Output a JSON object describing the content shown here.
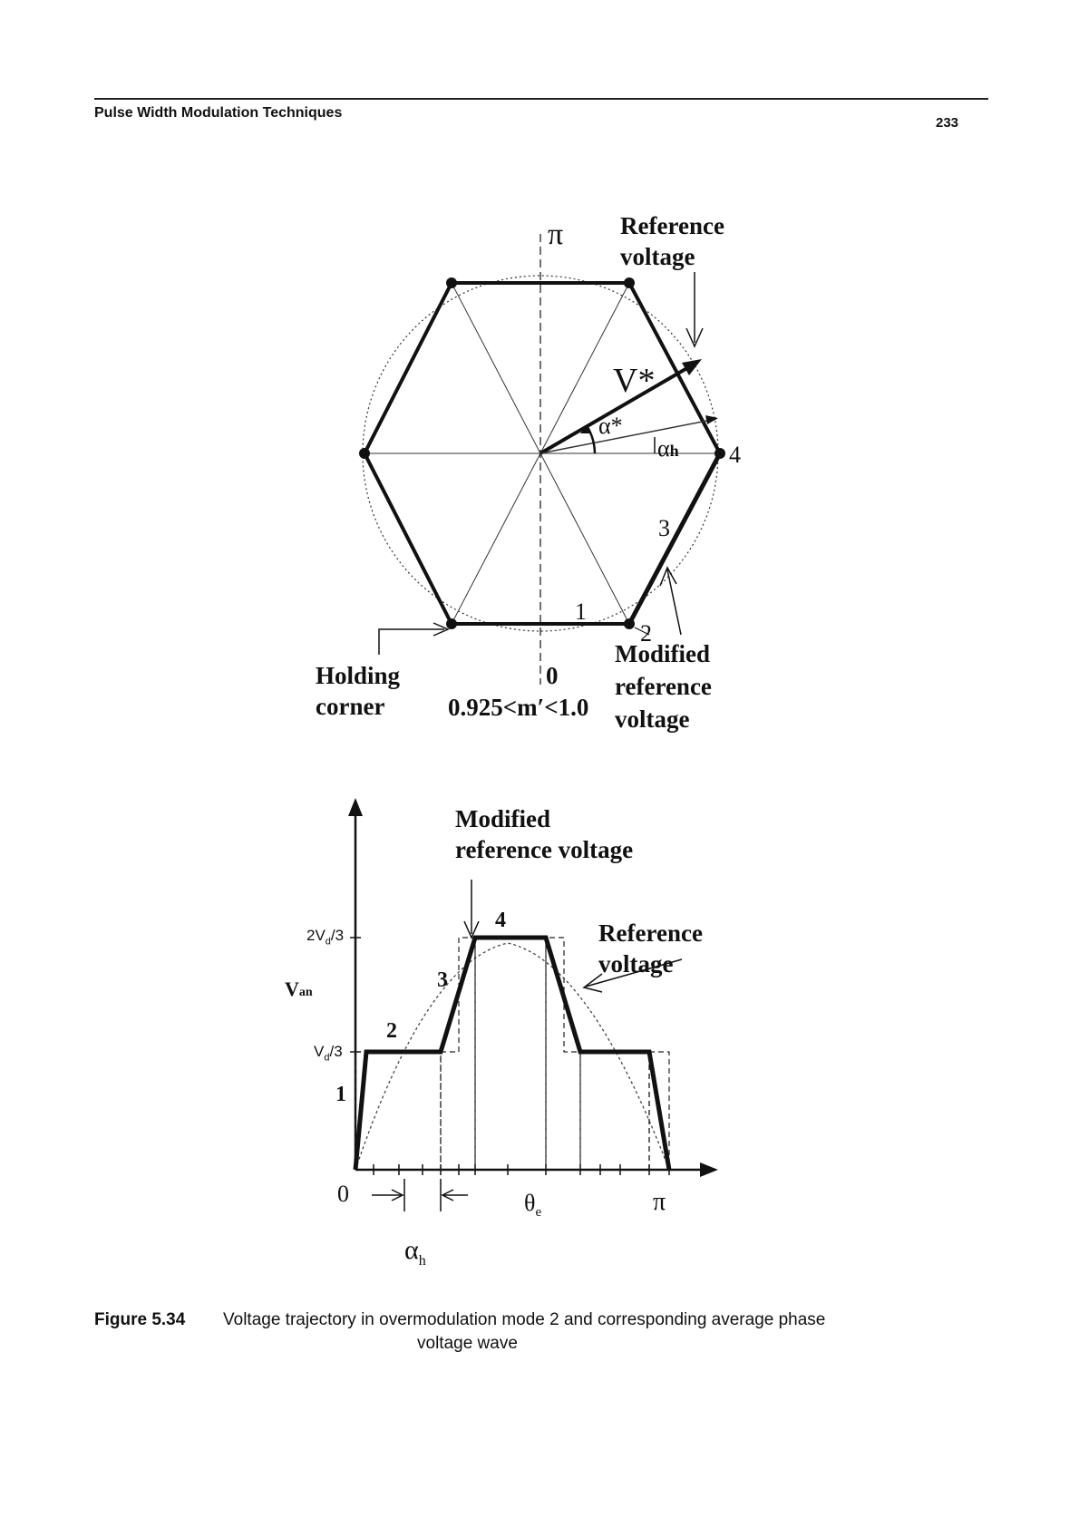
{
  "header": {
    "title": "Pulse Width Modulation Techniques",
    "page_number": "233"
  },
  "hexagon_figure": {
    "pi_label": "π",
    "reference_voltage_label_line1": "Reference",
    "reference_voltage_label_line2": "voltage",
    "v_star_label": "V*",
    "alpha_star_label": "α*",
    "alpha_h_label": "α",
    "alpha_h_subscript": "h",
    "vertex_4_label": "4",
    "segment_3_label": "3",
    "segment_1_label": "1",
    "segment_2_label": "2",
    "holding_corner_line1": "Holding",
    "holding_corner_line2": "corner",
    "zero_label": "0",
    "modulation_range": "0.925<m′<1.0",
    "modified_label_line1": "Modified",
    "modified_label_line2": "reference",
    "modified_label_line3": "voltage"
  },
  "waveform_figure": {
    "modified_ref_line1": "Modified",
    "modified_ref_line2": "reference voltage",
    "reference_line1": "Reference",
    "reference_line2": "voltage",
    "y_label_main": "V",
    "y_label_sub": "an",
    "level_high_label": "2V",
    "level_high_sub": "d",
    "level_high_tail": "/3",
    "level_low_label": "V",
    "level_low_sub": "d",
    "level_low_tail": "/3",
    "segment_1": "1",
    "segment_2": "2",
    "segment_3": "3",
    "segment_4": "4",
    "x_zero": "0",
    "x_theta": "θ",
    "x_theta_sub": "e",
    "x_pi": "π",
    "alpha_h": "α",
    "alpha_h_sub": "h"
  },
  "caption": {
    "label": "Figure 5.34",
    "text_line1": "Voltage trajectory in overmodulation mode 2 and corresponding average phase",
    "text_line2": "voltage wave"
  }
}
